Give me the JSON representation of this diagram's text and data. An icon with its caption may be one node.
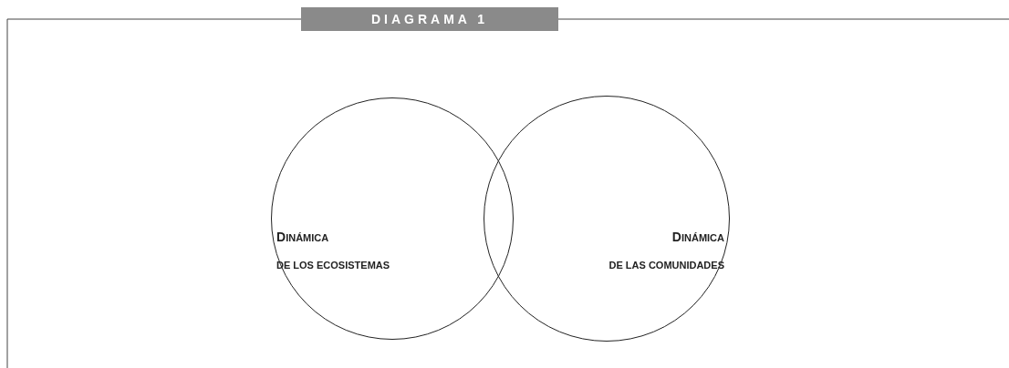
{
  "diagram": {
    "title": "DIAGRAMA 1",
    "nodes": [
      {
        "text": [
          "DINÁMICA DE LOS ECOSISTEMAS"
        ]
      },
      {
        "text": [
          "DINÁMICA DE LAS COMUNIDADES"
        ]
      }
    ]
  }
}
